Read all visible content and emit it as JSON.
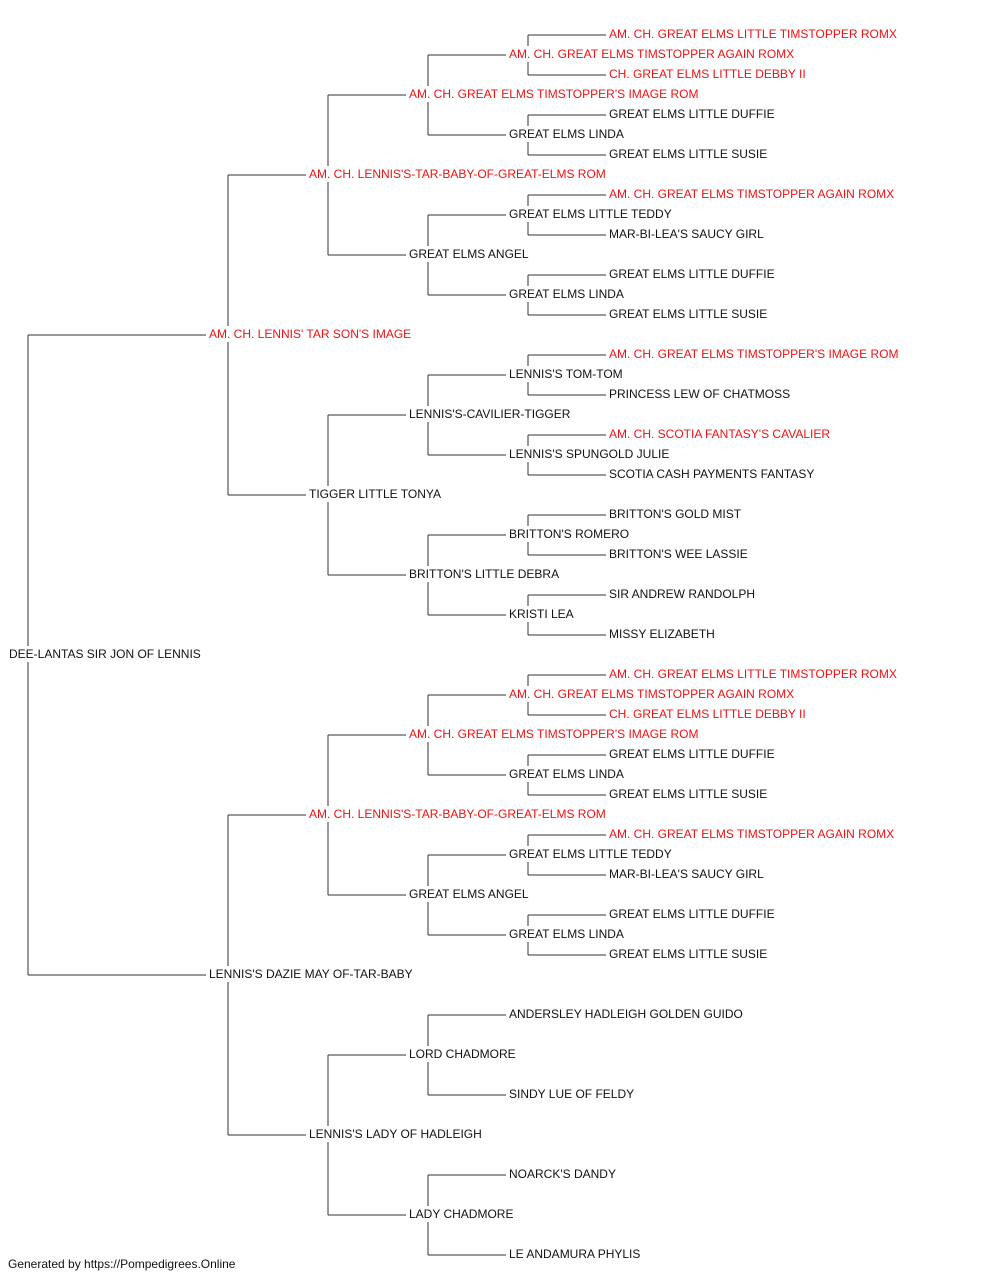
{
  "colors": {
    "champion": "#ee1111",
    "normal": "#111111",
    "lines": "#333333"
  },
  "footer": "Generated by https://Pompedigrees.Online",
  "pedigree": {
    "name": "DEE-LANTAS SIR JON OF LENNIS",
    "champion": false,
    "sire": {
      "name": "AM. CH. LENNIS' TAR SON'S IMAGE",
      "champion": true,
      "sire": {
        "name": "AM. CH. LENNIS'S-TAR-BABY-OF-GREAT-ELMS ROM",
        "champion": true,
        "sire": {
          "name": "AM. CH. GREAT ELMS TIMSTOPPER'S IMAGE ROM",
          "champion": true,
          "sire": {
            "name": "AM. CH. GREAT ELMS TIMSTOPPER AGAIN ROMX",
            "champion": true,
            "sire": {
              "name": "AM. CH. GREAT ELMS LITTLE TIMSTOPPER ROMX",
              "champion": true
            },
            "dam": {
              "name": "CH. GREAT ELMS LITTLE DEBBY II",
              "champion": true
            }
          },
          "dam": {
            "name": "GREAT ELMS LINDA",
            "champion": false,
            "sire": {
              "name": "GREAT ELMS LITTLE DUFFIE",
              "champion": false
            },
            "dam": {
              "name": "GREAT ELMS LITTLE SUSIE",
              "champion": false
            }
          }
        },
        "dam": {
          "name": "GREAT ELMS ANGEL",
          "champion": false,
          "sire": {
            "name": "GREAT ELMS LITTLE TEDDY",
            "champion": false,
            "sire": {
              "name": "AM. CH. GREAT ELMS TIMSTOPPER AGAIN ROMX",
              "champion": true
            },
            "dam": {
              "name": "MAR-BI-LEA'S SAUCY GIRL",
              "champion": false
            }
          },
          "dam": {
            "name": "GREAT ELMS LINDA",
            "champion": false,
            "sire": {
              "name": "GREAT ELMS LITTLE DUFFIE",
              "champion": false
            },
            "dam": {
              "name": "GREAT ELMS LITTLE SUSIE",
              "champion": false
            }
          }
        }
      },
      "dam": {
        "name": "TIGGER LITTLE TONYA",
        "champion": false,
        "sire": {
          "name": "LENNIS'S-CAVILIER-TIGGER",
          "champion": false,
          "sire": {
            "name": "LENNIS'S TOM-TOM",
            "champion": false,
            "sire": {
              "name": "AM. CH. GREAT ELMS TIMSTOPPER'S IMAGE ROM",
              "champion": true
            },
            "dam": {
              "name": "PRINCESS LEW OF CHATMOSS",
              "champion": false
            }
          },
          "dam": {
            "name": "LENNIS'S SPUNGOLD JULIE",
            "champion": false,
            "sire": {
              "name": "AM. CH. SCOTIA FANTASY'S CAVALIER",
              "champion": true
            },
            "dam": {
              "name": "SCOTIA CASH PAYMENTS FANTASY",
              "champion": false
            }
          }
        },
        "dam": {
          "name": "BRITTON'S LITTLE DEBRA",
          "champion": false,
          "sire": {
            "name": "BRITTON'S ROMERO",
            "champion": false,
            "sire": {
              "name": "BRITTON'S GOLD MIST",
              "champion": false
            },
            "dam": {
              "name": "BRITTON'S WEE LASSIE",
              "champion": false
            }
          },
          "dam": {
            "name": "KRISTI LEA",
            "champion": false,
            "sire": {
              "name": "SIR ANDREW RANDOLPH",
              "champion": false
            },
            "dam": {
              "name": "MISSY ELIZABETH",
              "champion": false
            }
          }
        }
      }
    },
    "dam": {
      "name": "LENNIS'S DAZIE MAY OF-TAR-BABY",
      "champion": false,
      "sire": {
        "name": "AM. CH. LENNIS'S-TAR-BABY-OF-GREAT-ELMS ROM",
        "champion": true,
        "sire": {
          "name": "AM. CH. GREAT ELMS TIMSTOPPER'S IMAGE ROM",
          "champion": true,
          "sire": {
            "name": "AM. CH. GREAT ELMS TIMSTOPPER AGAIN ROMX",
            "champion": true,
            "sire": {
              "name": "AM. CH. GREAT ELMS LITTLE TIMSTOPPER ROMX",
              "champion": true
            },
            "dam": {
              "name": "CH. GREAT ELMS LITTLE DEBBY II",
              "champion": true
            }
          },
          "dam": {
            "name": "GREAT ELMS LINDA",
            "champion": false,
            "sire": {
              "name": "GREAT ELMS LITTLE DUFFIE",
              "champion": false
            },
            "dam": {
              "name": "GREAT ELMS LITTLE SUSIE",
              "champion": false
            }
          }
        },
        "dam": {
          "name": "GREAT ELMS ANGEL",
          "champion": false,
          "sire": {
            "name": "GREAT ELMS LITTLE TEDDY",
            "champion": false,
            "sire": {
              "name": "AM. CH. GREAT ELMS TIMSTOPPER AGAIN ROMX",
              "champion": true
            },
            "dam": {
              "name": "MAR-BI-LEA'S SAUCY GIRL",
              "champion": false
            }
          },
          "dam": {
            "name": "GREAT ELMS LINDA",
            "champion": false,
            "sire": {
              "name": "GREAT ELMS LITTLE DUFFIE",
              "champion": false
            },
            "dam": {
              "name": "GREAT ELMS LITTLE SUSIE",
              "champion": false
            }
          }
        }
      },
      "dam": {
        "name": "LENNIS'S LADY OF HADLEIGH",
        "champion": false,
        "sire": {
          "name": "LORD CHADMORE",
          "champion": false,
          "sire": {
            "name": "ANDERSLEY HADLEIGH GOLDEN GUIDO",
            "champion": false
          },
          "dam": {
            "name": "SINDY LUE OF FELDY",
            "champion": false
          }
        },
        "dam": {
          "name": "LADY CHADMORE",
          "champion": false,
          "sire": {
            "name": "NOARCK'S DANDY",
            "champion": false
          },
          "dam": {
            "name": "LE ANDAMURA PHYLIS",
            "champion": false
          }
        }
      }
    }
  }
}
